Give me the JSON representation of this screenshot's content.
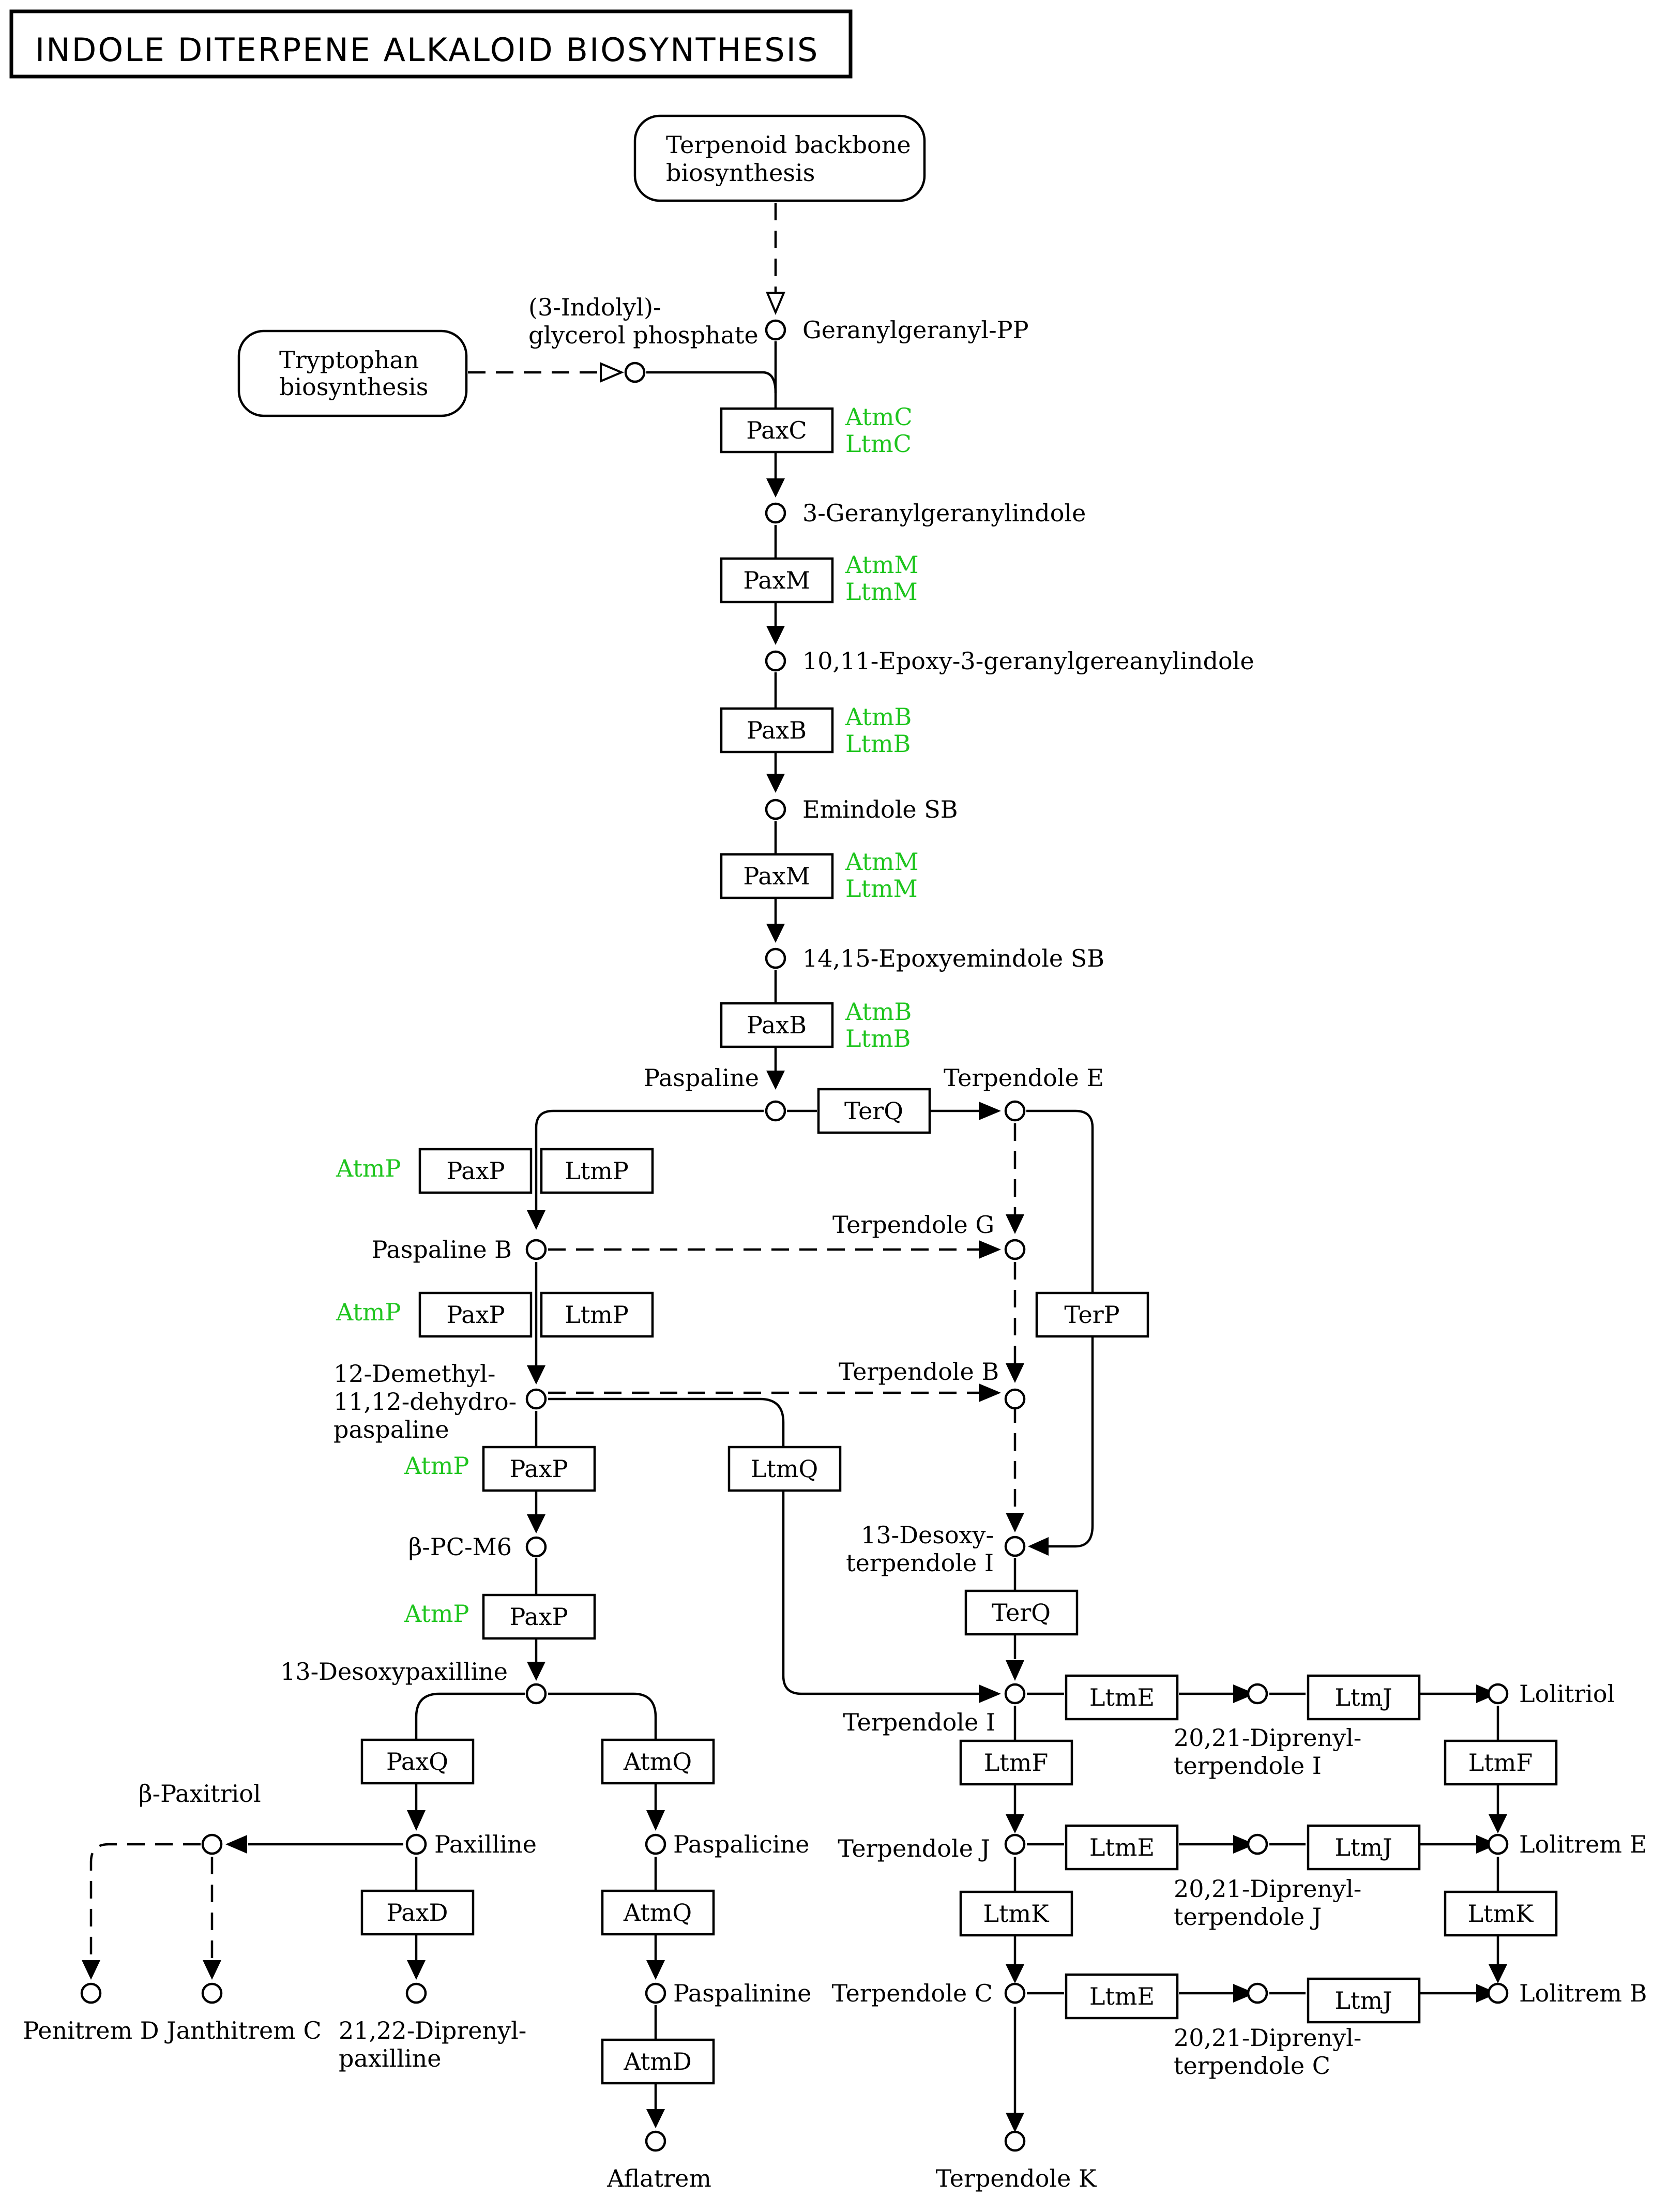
{
  "title": "INDOLE DITERPENE ALKALOID BIOSYNTHESIS",
  "maps": {
    "terpenoid": [
      "Terpenoid backbone",
      "biosynthesis"
    ],
    "tryptophan": [
      "Tryptophan",
      "biosynthesis"
    ]
  },
  "compounds": {
    "indolyl_glycerol_phosphate": [
      "(3-Indolyl)-",
      "glycerol phosphate"
    ],
    "geranylgeranyl_pp": "Geranylgeranyl-PP",
    "geranylgeranylindole": "3-Geranylgeranylindole",
    "epoxy_geranylgeranylindole": "10,11-Epoxy-3-geranylgereanylindole",
    "emindole_sb": "Emindole SB",
    "epoxyemindole_sb": "14,15-Epoxyemindole SB",
    "paspaline": "Paspaline",
    "terpendole_e": "Terpendole E",
    "paspaline_b": "Paspaline B",
    "terpendole_g": "Terpendole G",
    "demethyl_paspaline": [
      "12-Demethyl-",
      "11,12-dehydro-",
      "paspaline"
    ],
    "terpendole_b": "Terpendole B",
    "beta_pc_m6": "β-PC-M6",
    "desoxy_terpendole_i": [
      "13-Desoxy-",
      "terpendole I"
    ],
    "desoxypaxilline": "13-Desoxypaxilline",
    "terpendole_i": "Terpendole I",
    "diprenyl_terpendole_i": [
      "20,21-Diprenyl-",
      "terpendole I"
    ],
    "lolitriol": "Lolitriol",
    "beta_paxitriol": "β-Paxitriol",
    "paxilline": "Paxilline",
    "paspalicine": "Paspalicine",
    "terpendole_j": "Terpendole J",
    "diprenyl_terpendole_j": [
      "20,21-Diprenyl-",
      "terpendole J"
    ],
    "lolitrem_e": "Lolitrem E",
    "paspalinine": "Paspalinine",
    "terpendole_c": "Terpendole C",
    "diprenyl_terpendole_c": [
      "20,21-Diprenyl-",
      "terpendole C"
    ],
    "lolitrem_b": "Lolitrem B",
    "penitrem_d": "Penitrem D",
    "janthitrem_c": "Janthitrem C",
    "diprenyl_paxilline": [
      "21,22-Diprenyl-",
      "paxilline"
    ],
    "aflatrem": "Aflatrem",
    "terpendole_k": "Terpendole K"
  },
  "enzymes": {
    "paxc": "PaxC",
    "paxm1": "PaxM",
    "paxb1": "PaxB",
    "paxm2": "PaxM",
    "paxb2": "PaxB",
    "terq1": "TerQ",
    "paxp1": "PaxP",
    "ltmp1": "LtmP",
    "paxp2": "PaxP",
    "ltmp2": "LtmP",
    "terp": "TerP",
    "paxp3": "PaxP",
    "ltmq": "LtmQ",
    "paxp4": "PaxP",
    "terq2": "TerQ",
    "ltme1": "LtmE",
    "ltmj1": "LtmJ",
    "paxq": "PaxQ",
    "atmq1": "AtmQ",
    "ltmf1": "LtmF",
    "ltmf2": "LtmF",
    "ltme2": "LtmE",
    "ltmj2": "LtmJ",
    "paxd": "PaxD",
    "atmq2": "AtmQ",
    "ltmk1": "LtmK",
    "ltmk2": "LtmK",
    "ltme3": "LtmE",
    "ltmj3": "LtmJ",
    "atmd": "AtmD"
  },
  "orthologs": {
    "paxc": [
      "AtmC",
      "LtmC"
    ],
    "paxm1": [
      "AtmM",
      "LtmM"
    ],
    "paxb1": [
      "AtmB",
      "LtmB"
    ],
    "paxm2": [
      "AtmM",
      "LtmM"
    ],
    "paxb2": [
      "AtmB",
      "LtmB"
    ],
    "paxp1": "AtmP",
    "paxp2": "AtmP",
    "paxp3": "AtmP",
    "paxp4": "AtmP"
  },
  "colors": {
    "ortholog_text": "#1fc51f",
    "line": "#000000",
    "background": "#ffffff"
  }
}
